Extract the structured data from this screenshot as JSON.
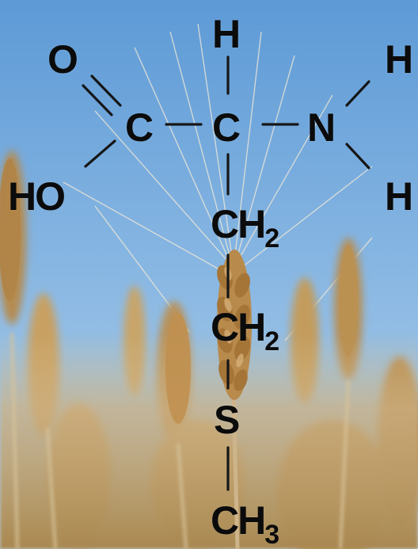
{
  "molecule": {
    "atoms": {
      "carbonyl_oxygen": "O",
      "hydroxyl": "HO",
      "carboxyl_carbon": "C",
      "alpha_carbon": "C",
      "alpha_hydrogen": "H",
      "nitrogen": "N",
      "amine_hydrogen_top": "H",
      "amine_hydrogen_bottom": "H",
      "methylene_1": {
        "base": "CH",
        "sub": "2"
      },
      "methylene_2": {
        "base": "CH",
        "sub": "2"
      },
      "sulfur": "S",
      "methyl": {
        "base": "CH",
        "sub": "3"
      }
    }
  },
  "colors": {
    "sky_top": "#5f9bd6",
    "sky_bottom": "#a9c9e6",
    "wheat": "#c9a46a",
    "wheat_dark": "#8c6a3a",
    "ink": "#0b0b0b"
  }
}
